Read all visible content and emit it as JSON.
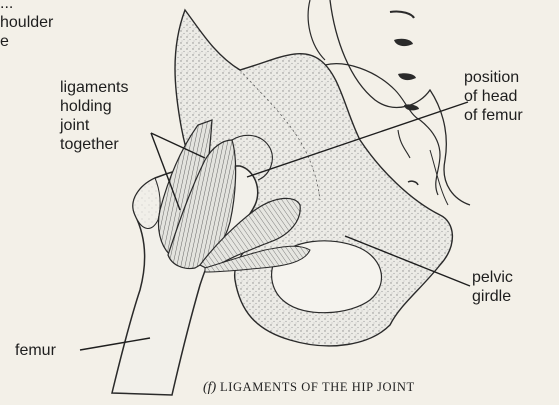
{
  "labels": {
    "top_left_fragment": [
      "...",
      "houlder",
      "e"
    ],
    "ligaments": [
      "ligaments",
      "holding",
      "joint",
      "together"
    ],
    "position_head": [
      "position",
      "of head",
      "of femur"
    ],
    "pelvic_girdle": [
      "pelvic",
      "girdle"
    ],
    "femur": "femur"
  },
  "caption": {
    "part_letter": "(f)",
    "text": "LIGAMENTS OF THE HIP JOINT"
  },
  "colors": {
    "paper": "#f3f0e8",
    "ink": "#1e1e1e",
    "shade": "#9a9a9a"
  }
}
